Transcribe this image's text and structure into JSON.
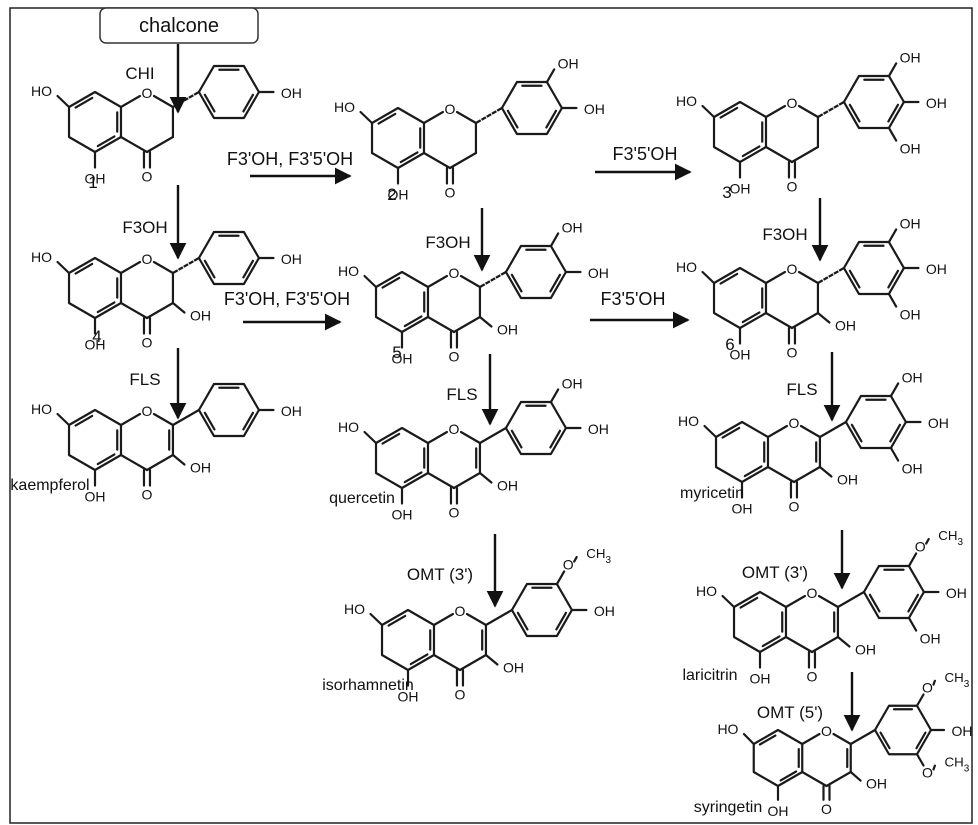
{
  "start_box": "chalcone",
  "enzymes": {
    "chi": "CHI",
    "f3oh": "F3OH",
    "f3p_f3p5p": "F3'OH, F3'5'OH",
    "f3p5p": "F3'5'OH",
    "fls": "FLS",
    "omt3": "OMT (3')",
    "omt5": "OMT (5')"
  },
  "numbers": [
    "1",
    "2",
    "3",
    "4",
    "5",
    "6"
  ],
  "compounds": {
    "kaempferol": "kaempferol",
    "quercetin": "quercetin",
    "myricetin": "myricetin",
    "isorhamnetin": "isorhamnetin",
    "laricitrin": "laricitrin",
    "syringetin": "syringetin"
  },
  "atoms": {
    "oh": "OH",
    "ho": "HO",
    "o": "O",
    "ch3": "CH3"
  },
  "colors": {
    "line": "#1a1a1a",
    "background": "#ffffff"
  }
}
